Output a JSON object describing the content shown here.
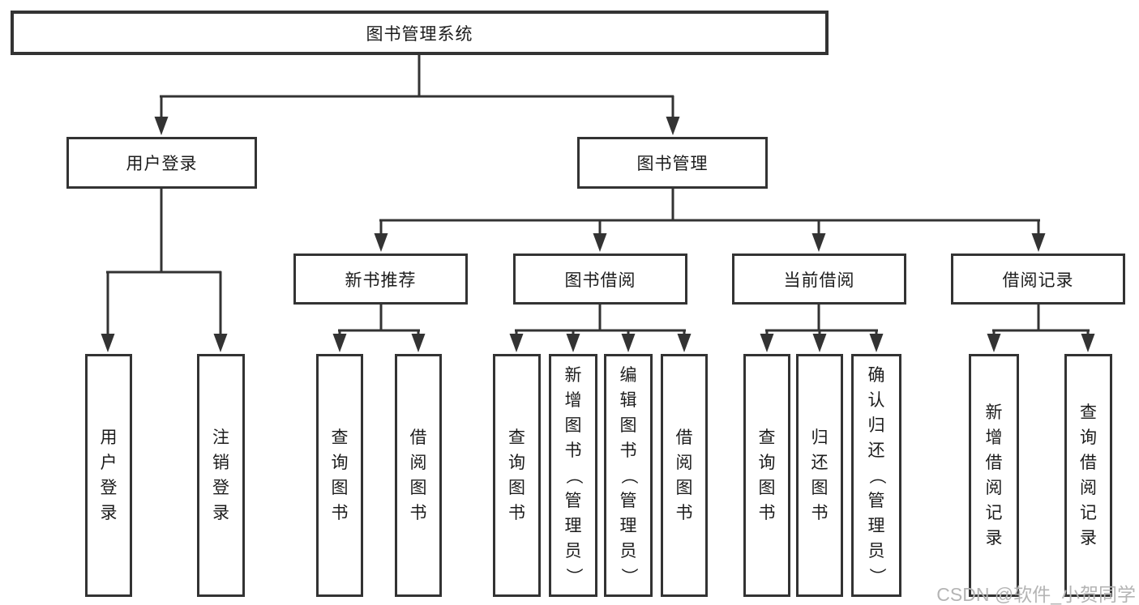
{
  "diagram_type": "hierarchy-tree",
  "colors": {
    "line": "#333333",
    "text": "#1c1c1c",
    "watermark": "#b4b4b4",
    "background": "#ffffff"
  },
  "watermark": {
    "text": "CSDN @软件_小贺同学"
  },
  "tree": {
    "label": "图书管理系统",
    "children": [
      {
        "label": "用户登录",
        "children": [
          {
            "label": "用户登录"
          },
          {
            "label": "注销登录"
          }
        ]
      },
      {
        "label": "图书管理",
        "children": [
          {
            "label": "新书推荐",
            "children": [
              {
                "label": "查询图书"
              },
              {
                "label": "借阅图书"
              }
            ]
          },
          {
            "label": "图书借阅",
            "children": [
              {
                "label": "查询图书"
              },
              {
                "label": "新增图书（管理员）"
              },
              {
                "label": "编辑图书（管理员）"
              },
              {
                "label": "借阅图书"
              }
            ]
          },
          {
            "label": "当前借阅",
            "children": [
              {
                "label": "查询图书"
              },
              {
                "label": "归还图书"
              },
              {
                "label": "确认归还（管理员）"
              }
            ]
          },
          {
            "label": "借阅记录",
            "children": [
              {
                "label": "新增借阅记录"
              },
              {
                "label": "查询借阅记录"
              }
            ]
          }
        ]
      }
    ]
  }
}
